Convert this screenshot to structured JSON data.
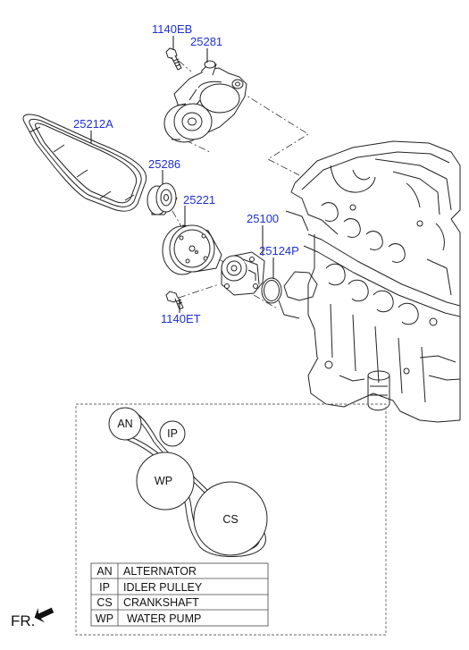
{
  "part_labels": {
    "bolt_top": "1140EB",
    "tensioner": "25281",
    "belt": "25212A",
    "idler": "25286",
    "pulley": "25221",
    "water_pump": "25100",
    "gasket": "25124P",
    "bolt_bottom": "1140ET"
  },
  "belt_diagram": {
    "an": "AN",
    "ip": "IP",
    "wp": "WP",
    "cs": "CS"
  },
  "legend": [
    {
      "code": "AN",
      "name": "ALTERNATOR"
    },
    {
      "code": "IP",
      "name": "IDLER PULLEY"
    },
    {
      "code": "CS",
      "name": "CRANKSHAFT"
    },
    {
      "code": "WP",
      "name": "WATER PUMP"
    }
  ],
  "front_label": "FR."
}
